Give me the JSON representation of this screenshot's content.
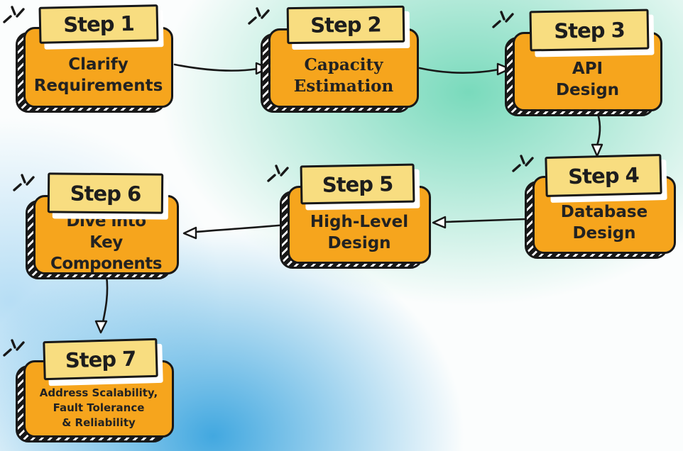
{
  "diagram": {
    "type": "flowchart",
    "steps": [
      {
        "label": "Step 1",
        "lines": [
          "Clarify",
          "Requirements"
        ]
      },
      {
        "label": "Step 2",
        "lines": [
          "Capacity",
          "Estimation"
        ]
      },
      {
        "label": "Step 3",
        "lines": [
          "API",
          "Design"
        ]
      },
      {
        "label": "Step 4",
        "lines": [
          "Database",
          "Design"
        ]
      },
      {
        "label": "Step 5",
        "lines": [
          "High-Level",
          "Design"
        ]
      },
      {
        "label": "Step 6",
        "lines": [
          "Dive into",
          "Key Components"
        ]
      },
      {
        "label": "Step 7",
        "lines": [
          "Address Scalability,",
          "Fault Tolerance",
          "& Reliability"
        ]
      }
    ],
    "connections": [
      {
        "from": "Step 1",
        "to": "Step 2"
      },
      {
        "from": "Step 2",
        "to": "Step 3"
      },
      {
        "from": "Step 3",
        "to": "Step 4"
      },
      {
        "from": "Step 4",
        "to": "Step 5"
      },
      {
        "from": "Step 5",
        "to": "Step 6"
      },
      {
        "from": "Step 6",
        "to": "Step 7"
      }
    ],
    "colors": {
      "box_fill": "#f6a51d",
      "label_fill": "#f8dd80",
      "outline": "#181818",
      "text": "#222222",
      "background_green": "#79dabc",
      "background_blue": "#42a8e0",
      "arrowhead_fill": "#ffffff"
    }
  }
}
